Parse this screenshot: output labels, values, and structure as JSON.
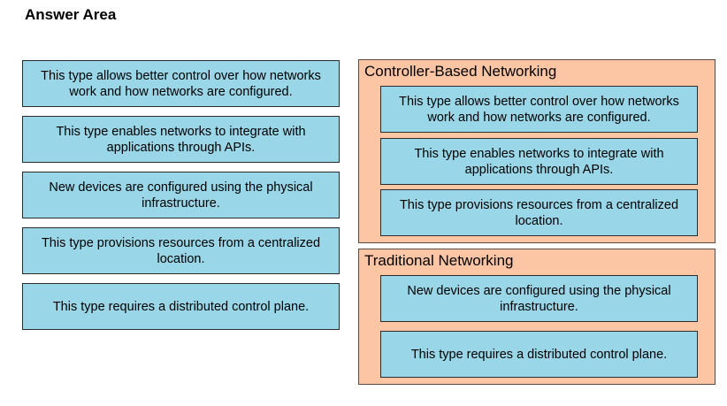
{
  "title": "Answer Area",
  "source_items": [
    "This type allows better control over how networks work and how networks are configured.",
    "This type enables networks to integrate with applications through APIs.",
    "New devices are configured using the physical infrastructure.",
    "This type provisions resources from a centralized location.",
    "This type requires a distributed control plane."
  ],
  "zones": [
    {
      "label": "Controller-Based Networking",
      "items": [
        "This type allows better control over how networks work and how networks are configured.",
        "This type enables networks to integrate with applications through APIs.",
        "This type provisions resources from a centralized location."
      ]
    },
    {
      "label": "Traditional Networking",
      "items": [
        "New devices are configured using the physical infrastructure.",
        "This type requires a distributed control plane."
      ]
    }
  ],
  "colors": {
    "item_fill": "#99d6e8",
    "zone_fill": "#fcc5a4"
  }
}
